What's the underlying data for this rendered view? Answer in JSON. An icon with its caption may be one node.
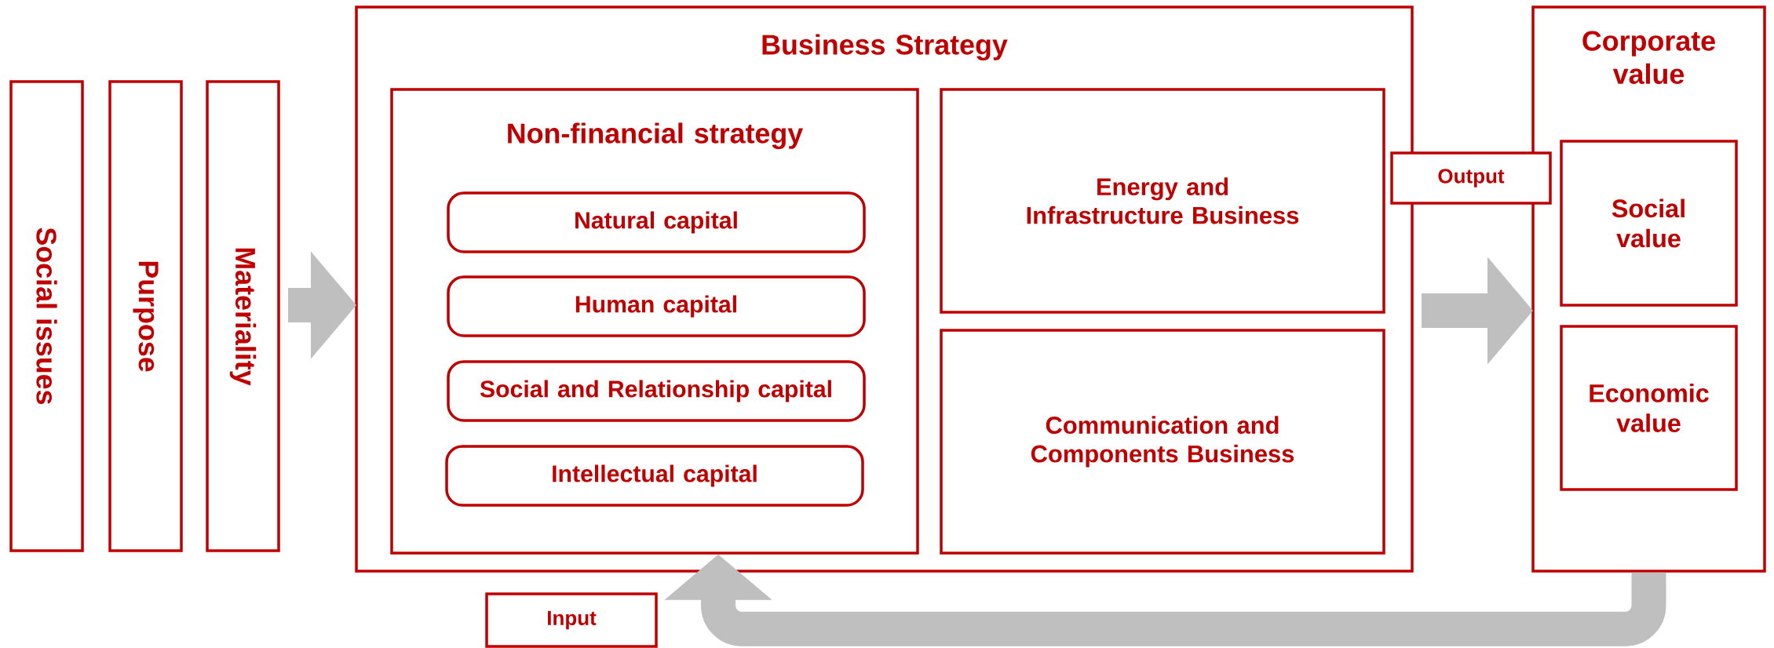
{
  "diagram": {
    "nodes": [
      {
        "text": [
          "Social issues"
        ]
      },
      {
        "text": [
          "Purpose"
        ]
      },
      {
        "text": [
          "Materiality"
        ]
      },
      {
        "text": [
          "Business Strategy"
        ]
      },
      {
        "text": [
          "Non-financial strategy"
        ],
        "in": 3
      },
      {
        "text": [
          "Natural capital"
        ],
        "in": 4
      },
      {
        "text": [
          "Human capital"
        ],
        "in": 4
      },
      {
        "text": [
          "Social and Relationship capital"
        ],
        "in": 4
      },
      {
        "text": [
          "Intellectual capital"
        ],
        "in": 4
      },
      {
        "text": [
          "Energy and Infrastructure Business"
        ],
        "in": 3
      },
      {
        "text": [
          "Communication and Components Business"
        ],
        "in": 3
      },
      {
        "text": [
          "Corporate value"
        ]
      },
      {
        "text": [
          "Social value"
        ],
        "in": 11
      },
      {
        "text": [
          "Economic value"
        ],
        "in": 11
      },
      {
        "text": [
          "Output"
        ]
      },
      {
        "text": [
          "Input"
        ]
      }
    ],
    "edges": [
      {
        "from": 2,
        "to": 3,
        "arrow": "to"
      },
      {
        "from": 3,
        "to": 11,
        "arrow": "to"
      },
      {
        "from": 11,
        "to": 4,
        "arrow": "to"
      }
    ]
  }
}
